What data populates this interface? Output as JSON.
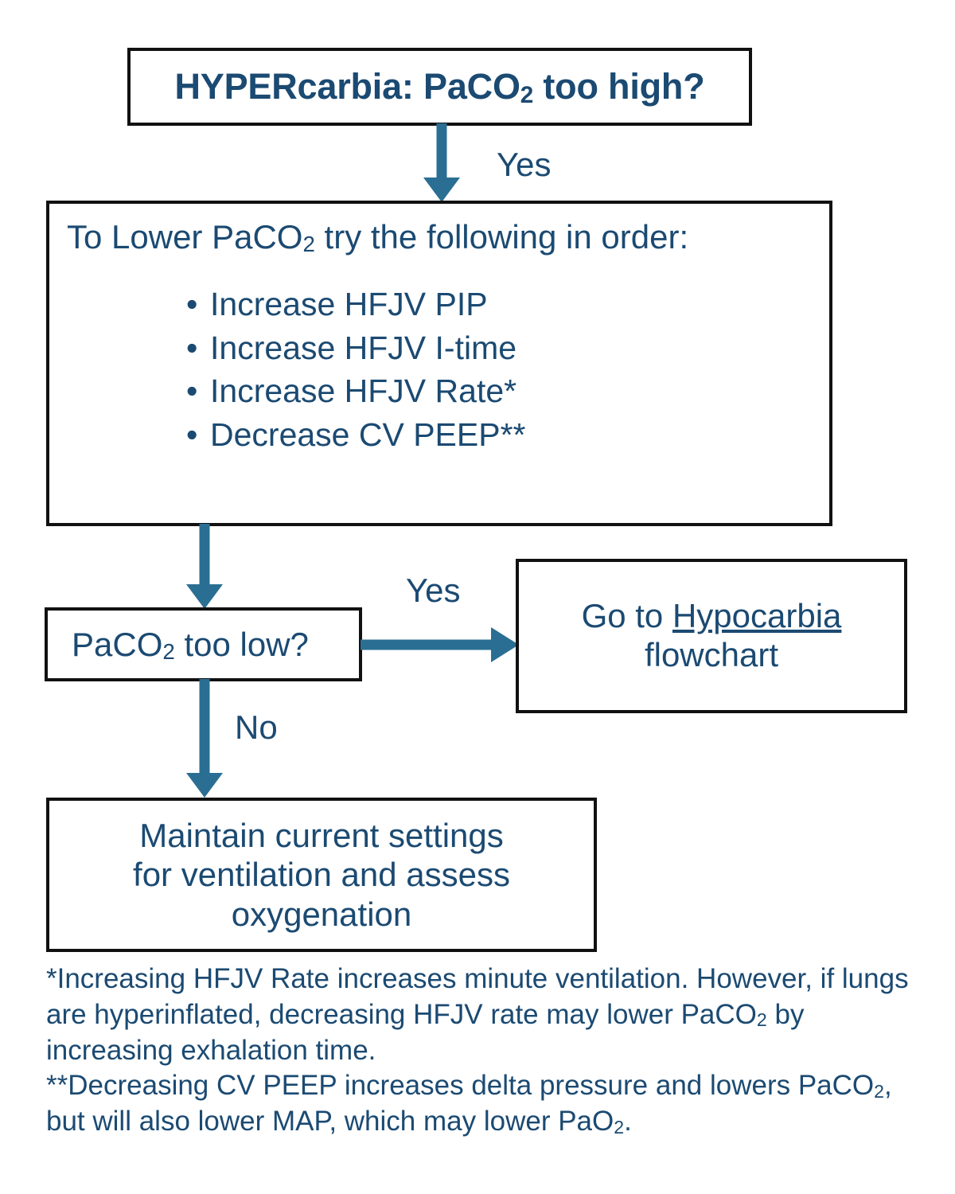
{
  "document": {
    "kind": "clinical-flowchart",
    "topic": "HFJV hypercarbia management"
  },
  "colors": {
    "text_navy": "#1b4a72",
    "arrow_blue": "#2a6f93",
    "border_black": "#111111",
    "background": "#ffffff"
  },
  "nodes": {
    "title": {
      "text_prefix": "HYPERcarbia: PaCO",
      "subscript": "2",
      "text_suffix": " too high?"
    },
    "lower_paco2": {
      "heading_prefix": "To Lower PaCO",
      "heading_subscript": "2",
      "heading_suffix": " try the following in order:",
      "bullet_marker": "•",
      "bullets": [
        "Increase HFJV PIP",
        "Increase HFJV I-time",
        "Increase HFJV Rate*",
        "Decrease CV PEEP**"
      ]
    },
    "too_low_question": {
      "text_prefix": "PaCO",
      "subscript": "2",
      "text_suffix": " too low?"
    },
    "hypocarbia": {
      "line1_prefix": "Go to ",
      "line1_underlined": "Hypocarbia",
      "line2": "flowchart"
    },
    "maintain": {
      "line1": "Maintain current settings",
      "line2": "for ventilation and assess",
      "line3": "oxygenation"
    }
  },
  "edges": {
    "title_to_lower": {
      "label": "Yes",
      "direction": "down"
    },
    "lower_to_question": {
      "label": "",
      "direction": "down"
    },
    "question_to_hypocarbia": {
      "label": "Yes",
      "direction": "right"
    },
    "question_to_maintain": {
      "label": "No",
      "direction": "down"
    }
  },
  "footnotes": [
    {
      "marker": "*",
      "segments": [
        {
          "t": "*Increasing HFJV Rate increases minute ventilation.  However, if lungs are hyperinflated, decreasing HFJV rate may lower PaCO"
        },
        {
          "sub": "2"
        },
        {
          "t": " by increasing exhalation time."
        }
      ],
      "plain": "*Increasing HFJV Rate increases minute ventilation.  However, if lungs are hyperinflated, decreasing HFJV rate may lower PaCO2 by increasing exhalation time."
    },
    {
      "marker": "**",
      "segments": [
        {
          "t": "**Decreasing CV PEEP increases delta pressure and lowers PaCO"
        },
        {
          "sub": "2"
        },
        {
          "t": ", but will also lower MAP, which may lower PaO"
        },
        {
          "sub": "2"
        },
        {
          "t": "."
        }
      ],
      "plain": "**Decreasing CV PEEP increases delta pressure and lowers PaCO2, but will also lower MAP, which may lower PaO2."
    }
  ]
}
